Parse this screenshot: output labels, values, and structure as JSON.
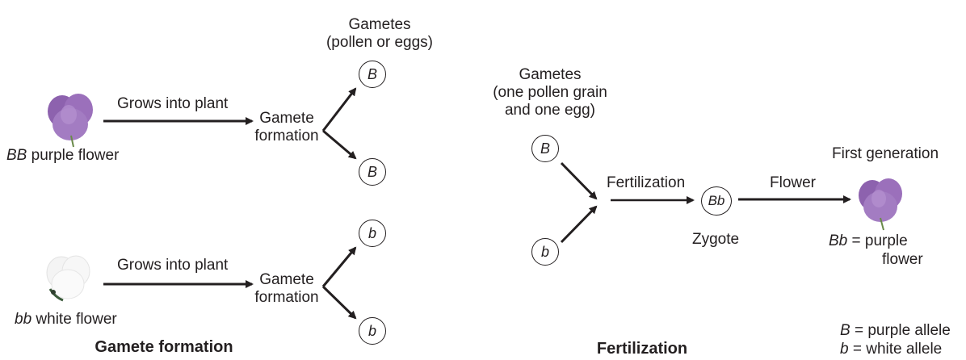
{
  "gamete_formation": {
    "heading": "Gamete formation",
    "gametes_label_line1": "Gametes",
    "gametes_label_line2": "(pollen or eggs)",
    "purple": {
      "flower_label_genotype": "BB",
      "flower_label_text": " purple flower",
      "arrow_label": "Grows into plant",
      "step_line1": "Gamete",
      "step_line2": "formation",
      "gamete_top": "B",
      "gamete_bottom": "B",
      "flower_color": "#9b6fb8"
    },
    "white": {
      "flower_label_genotype": "bb",
      "flower_label_text": " white flower",
      "arrow_label": "Grows into plant",
      "step_line1": "Gamete",
      "step_line2": "formation",
      "gamete_top": "b",
      "gamete_bottom": "b",
      "flower_color": "#f2f2f2"
    }
  },
  "fertilization": {
    "heading": "Fertilization",
    "gametes_line1": "Gametes",
    "gametes_line2": "(one pollen grain",
    "gametes_line3": "and one egg)",
    "gamete_top": "B",
    "gamete_bottom": "b",
    "step_label": "Fertilization",
    "zygote_symbol": "Bb",
    "zygote_label": "Zygote",
    "flower_arrow_label": "Flower",
    "generation_label": "First generation",
    "result_genotype": "Bb",
    "result_eq": " = purple",
    "result_line2": "flower"
  },
  "legend": {
    "line1_symbol": "B",
    "line1_text": " = purple allele",
    "line2_symbol": "b",
    "line2_text": " = white allele"
  }
}
